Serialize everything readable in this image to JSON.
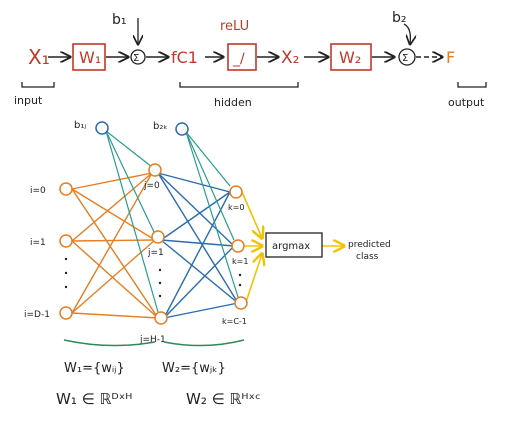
{
  "colors": {
    "ink": "#222222",
    "red": "#c0392b",
    "orange": "#e67e22",
    "blue": "#2b6cb0",
    "green": "#2a9d8f",
    "yellow": "#f2c200"
  },
  "flow": {
    "x1": "X₁",
    "w1": "W₁",
    "b1": "b₁",
    "sigma1": "Σ",
    "fc1": "fC1",
    "relu_label": "reLU",
    "relu_glyph": "_/",
    "x2": "X₂",
    "w2": "W₂",
    "b2": "b₂",
    "sigma2": "Σ",
    "out": "F",
    "input_label": "input",
    "hidden_label": "hidden",
    "output_label": "output"
  },
  "network": {
    "bias_i": "b₁ⱼ",
    "bias_k": "b₂ₖ",
    "input_nodes": [
      "i=0",
      "i=1",
      "i=D-1"
    ],
    "hidden_nodes": [
      "j=0",
      "j=1",
      "j=H-1"
    ],
    "output_nodes": [
      "k=0",
      "k=1",
      "k=C-1"
    ],
    "argmax": "argmax",
    "predicted": "predicted",
    "class": "class",
    "w1_set": "W₁={wᵢⱼ}",
    "w2_set": "W₂={wⱼₖ}",
    "w1_space": "W₁ ∈ ℝᴰˣᴴ",
    "w2_space": "W₂ ∈ ℝᴴˣᶜ"
  }
}
